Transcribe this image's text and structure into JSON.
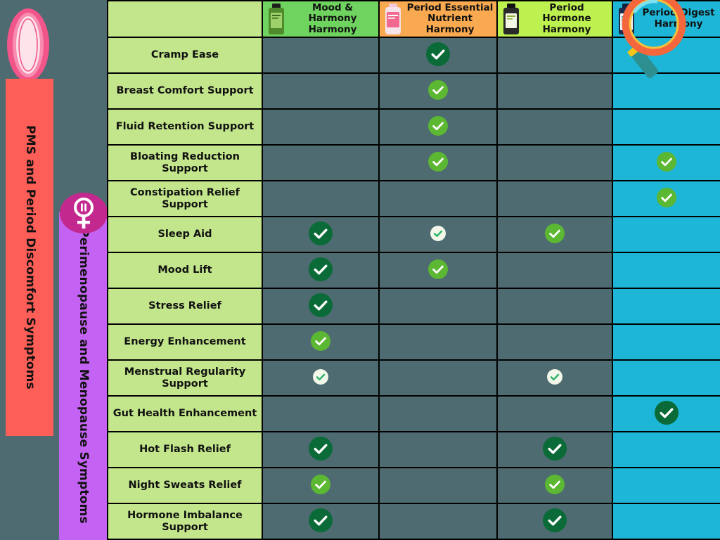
{
  "categories": [
    {
      "id": "pms",
      "label": "PMS and Period Discomfort Symptoms",
      "color": "#fd5e57",
      "icon": "sanitary-pad-icon"
    },
    {
      "id": "perimenopause",
      "label": "Perimenopause and Menopause Symptoms",
      "color": "#c463f3",
      "icon": "venus-pause-icon"
    }
  ],
  "table": {
    "corner_label": "",
    "products": [
      {
        "name": "Mood & Harmony Harmony",
        "header_color": "#6fd45f",
        "bottle": "green-bottle-icon",
        "highlighted": false
      },
      {
        "name": "Period Essential Nutrient Harmony",
        "header_color": "#f9a94f",
        "bottle": "pink-bottle-icon",
        "highlighted": false
      },
      {
        "name": "Period Hormone Harmony",
        "header_color": "#bdf14f",
        "bottle": "dark-bottle-icon",
        "highlighted": false
      },
      {
        "name": "Period Digest Harmony",
        "header_color": "#1db6d6",
        "bottle": "navy-bottle-icon",
        "highlighted": true
      }
    ],
    "rows": [
      {
        "label": "Cramp Ease",
        "marks": [
          "none",
          "dark",
          "none",
          "none"
        ]
      },
      {
        "label": "Breast Comfort Support",
        "marks": [
          "none",
          "light",
          "none",
          "none"
        ]
      },
      {
        "label": "Fluid Retention Support",
        "marks": [
          "none",
          "light",
          "none",
          "none"
        ]
      },
      {
        "label": "Bloating Reduction Support",
        "marks": [
          "none",
          "light",
          "none",
          "light"
        ]
      },
      {
        "label": "Constipation Relief Support",
        "marks": [
          "none",
          "none",
          "none",
          "light"
        ]
      },
      {
        "label": "Sleep Aid",
        "marks": [
          "dark",
          "pale",
          "light",
          "none"
        ]
      },
      {
        "label": "Mood Lift",
        "marks": [
          "dark",
          "light",
          "none",
          "none"
        ]
      },
      {
        "label": "Stress Relief",
        "marks": [
          "dark",
          "none",
          "none",
          "none"
        ]
      },
      {
        "label": "Energy Enhancement",
        "marks": [
          "light",
          "none",
          "none",
          "none"
        ]
      },
      {
        "label": "Menstrual Regularity Support",
        "marks": [
          "pale",
          "none",
          "pale",
          "none"
        ]
      },
      {
        "label": "Gut Health Enhancement",
        "marks": [
          "none",
          "none",
          "none",
          "dark"
        ]
      },
      {
        "label": "Hot Flash Relief",
        "marks": [
          "dark",
          "none",
          "dark",
          "none"
        ]
      },
      {
        "label": "Night Sweats Relief",
        "marks": [
          "light",
          "none",
          "light",
          "none"
        ]
      },
      {
        "label": "Hormone Imbalance Support",
        "marks": [
          "dark",
          "none",
          "dark",
          "none"
        ]
      }
    ]
  },
  "colors": {
    "cell_background": "#4d6b70",
    "row_label_background": "#c3e68c",
    "highlight_column_background": "#1db6d6",
    "check_dark": "#0a6b38",
    "check_light": "#5cb733",
    "check_pale": "#f2f7ea",
    "magnifier_rim": "#f4663c",
    "magnifier_inner_rim": "#f7c13a"
  },
  "magnifier": {
    "name": "magnifying-glass-overlay",
    "target_product": "Period Digest Harmony"
  }
}
